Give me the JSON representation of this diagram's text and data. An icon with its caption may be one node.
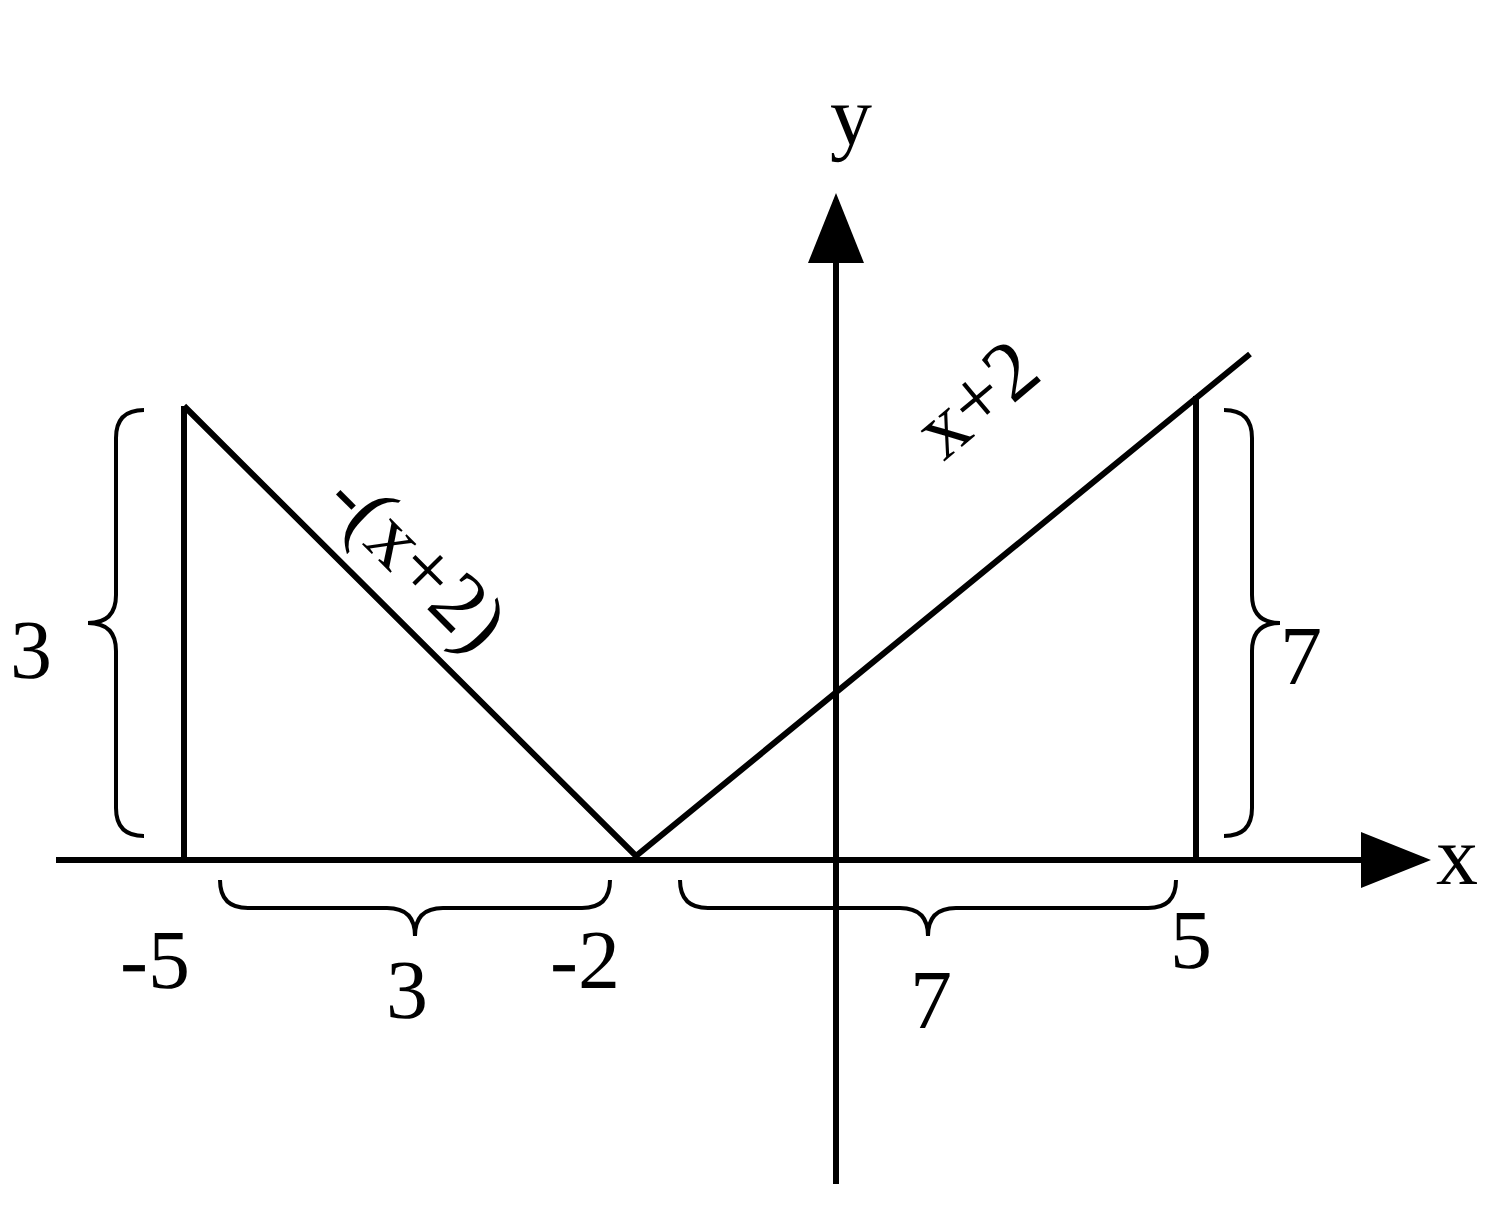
{
  "diagram": {
    "labels": [
      "y",
      "x+2",
      "-(x+2)",
      "3",
      "7",
      "x",
      "-5",
      "3",
      "-2",
      "7",
      "5"
    ]
  }
}
